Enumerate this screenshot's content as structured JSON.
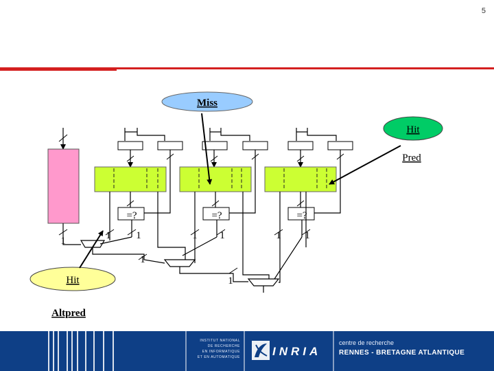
{
  "page": {
    "number": "5"
  },
  "diagram": {
    "miss_label": "Miss",
    "hit_top_label": "Hit",
    "pred_label": "Pred",
    "hit_bottom_label": "Hit",
    "altpred_label": "Altpred",
    "compare_label": "=?",
    "bit_label": "1"
  },
  "footer": {
    "institute_lines": [
      "INSTITUT NATIONAL",
      "DE RECHERCHE",
      "EN INFORMATIQUE",
      "ET EN AUTOMATIQUE"
    ],
    "logo_text": "INRIA",
    "centre_line1": "centre de recherche",
    "centre_line2": "RENNES - BRETAGNE ATLANTIQUE"
  },
  "colors": {
    "accent_red": "#d41f1f",
    "footer_blue": "#0e3f86",
    "table_green": "#ccff33",
    "base_pink": "#ff99cc",
    "miss_ellipse": "#99ccff",
    "hit_ellipse": "#00cc66",
    "hit_bottom_ellipse": "#ffff99"
  }
}
